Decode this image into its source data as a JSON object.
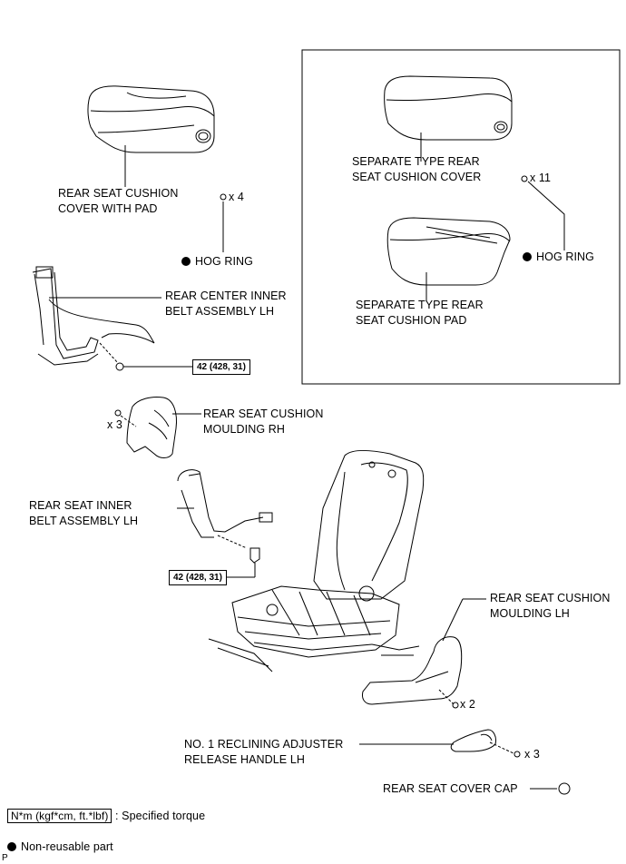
{
  "callouts": {
    "cushion_cover_with_pad": [
      "REAR SEAT CUSHION",
      "COVER WITH PAD"
    ],
    "hog_ring_qty": "x 4",
    "hog_ring": "HOG RING",
    "center_inner_belt": [
      "REAR CENTER INNER",
      "BELT ASSEMBLY LH"
    ],
    "torque_1": "42 (428, 31)",
    "separate_cover": [
      "SEPARATE TYPE REAR",
      "SEAT CUSHION COVER"
    ],
    "hog_ring_qty_right": "x 11",
    "hog_ring_right": "HOG RING",
    "separate_pad": [
      "SEPARATE TYPE REAR",
      "SEAT CUSHION PAD"
    ],
    "moulding_rh": [
      "REAR SEAT CUSHION",
      "MOULDING RH"
    ],
    "moulding_rh_qty": "x 3",
    "inner_belt": [
      "REAR SEAT INNER",
      "BELT ASSEMBLY LH"
    ],
    "torque_2": "42 (428, 31)",
    "moulding_lh": [
      "REAR SEAT CUSHION",
      "MOULDING LH"
    ],
    "moulding_lh_qty": "x 2",
    "reclining_handle": [
      "NO. 1 RECLINING ADJUSTER",
      "RELEASE HANDLE LH"
    ],
    "reclining_qty": "x 3",
    "cover_cap": "REAR SEAT COVER CAP"
  },
  "legend": {
    "torque_unit": "N*m (kgf*cm, ft.*lbf)",
    "torque_text": ": Specified torque",
    "non_reusable": "Non-reusable part",
    "corner_letter": "P"
  }
}
